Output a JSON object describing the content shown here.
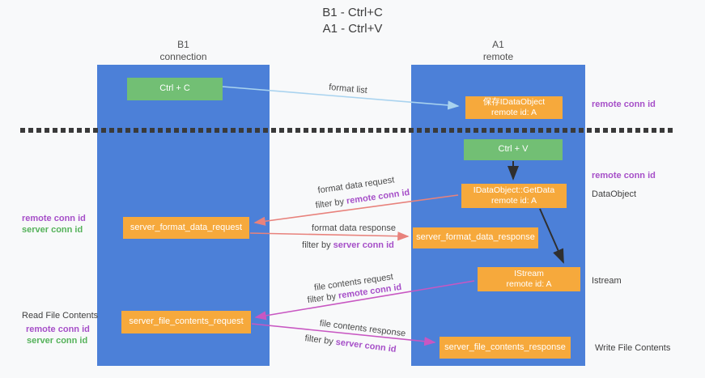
{
  "title": {
    "line1": "B1 - Ctrl+C",
    "line2": "A1 - Ctrl+V"
  },
  "lanes": {
    "left": {
      "header_line1": "B1",
      "header_line2": "connection"
    },
    "right": {
      "header_line1": "A1",
      "header_line2": "remote"
    }
  },
  "boxes": {
    "ctrl_c": "Ctrl + C",
    "ctrl_v": "Ctrl + V",
    "save_idataobject": {
      "line1": "保存IDataObject",
      "line2": "remote id: A"
    },
    "getdata": {
      "line1": "IDataObject::GetData",
      "line2": "remote id: A"
    },
    "istream": {
      "line1": "IStream",
      "line2": "remote id: A"
    },
    "server_format_data_request": "server_format_data_request",
    "server_format_data_response": "server_format_data_response",
    "server_file_contents_request": "server_file_contents_request",
    "server_file_contents_response": "server_file_contents_response"
  },
  "flow_labels": {
    "format_list": "format list",
    "format_data_request": "format data request",
    "format_data_response": "format data response",
    "file_contents_request": "file contents request",
    "file_contents_response": "file contents response",
    "filter_by": "filter by",
    "remote_conn_id": "remote conn id",
    "server_conn_id": "server conn id"
  },
  "side_labels": {
    "remote_conn_id": "remote conn id",
    "server_conn_id": "server conn id",
    "dataobject": "DataObject",
    "istream": "Istream",
    "read_file_contents": "Read File Contents",
    "write_file_contents": "Write File Contents"
  },
  "colors": {
    "lane_blue": "#4c80d8",
    "box_green": "#72bf74",
    "box_orange": "#f6a93c",
    "arrow_light_blue": "#a9d3ef",
    "arrow_salmon": "#e8827c",
    "arrow_magenta": "#c857c2",
    "arrow_black": "#2f2f2f",
    "label_purple": "#a64fc8",
    "label_green": "#55b25a"
  }
}
